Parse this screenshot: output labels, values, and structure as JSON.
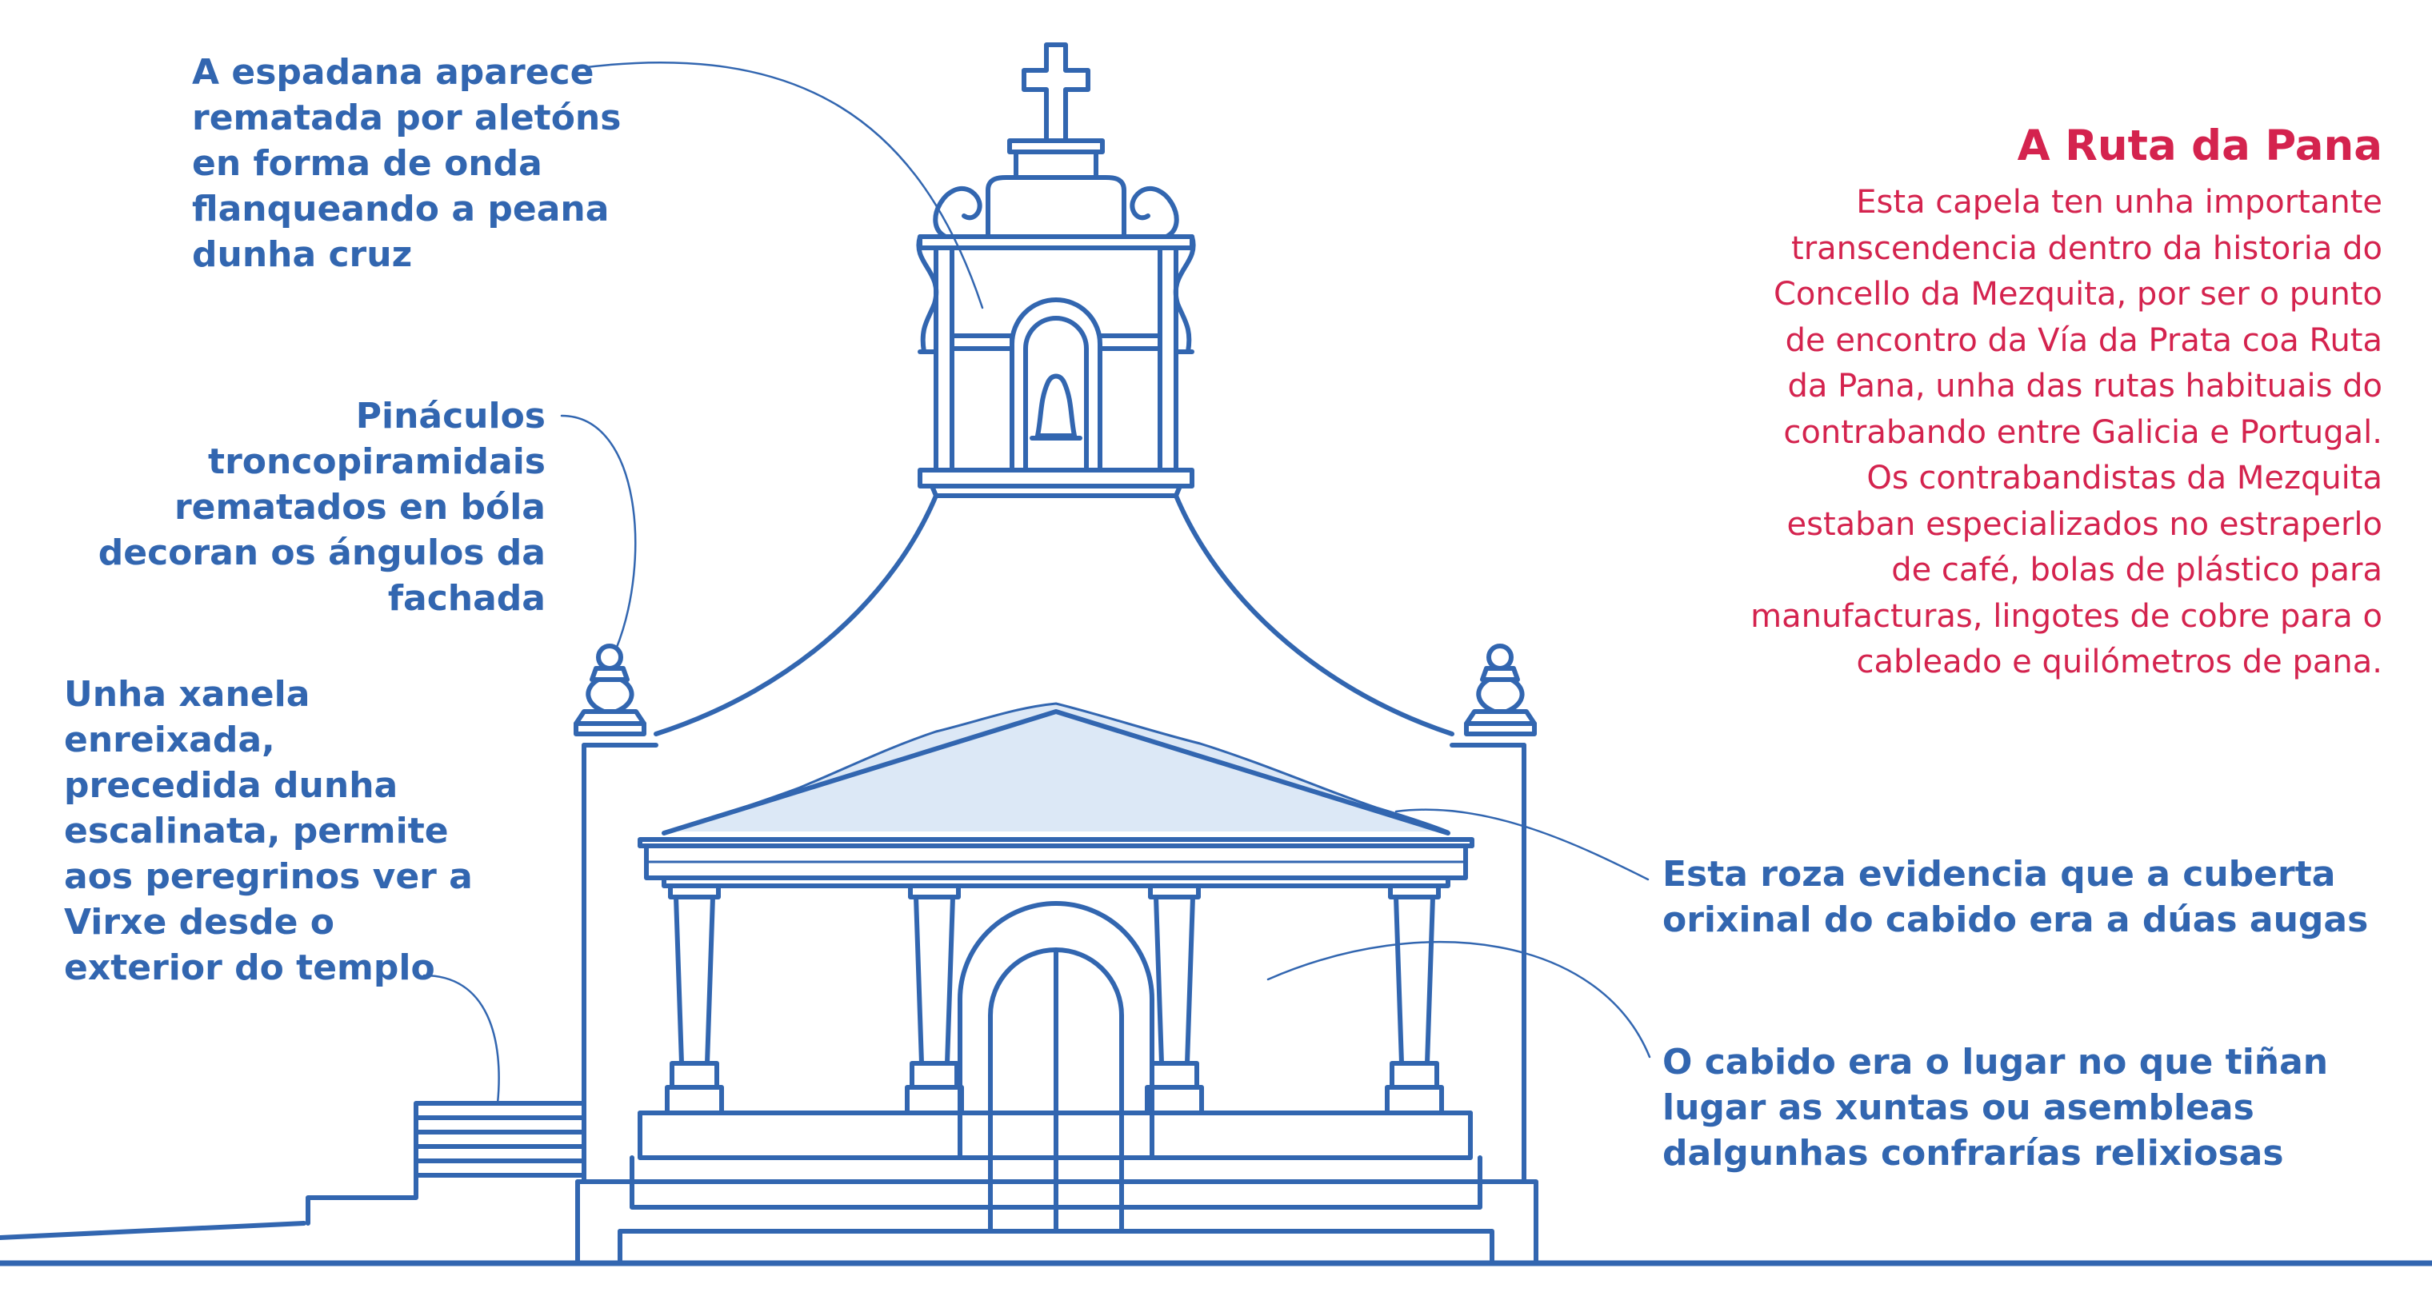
{
  "colors": {
    "line": "#3266b0",
    "label_text": "#3266b0",
    "info_text": "#d4234e",
    "roof_trace_fill": "#dce8f6",
    "background": "#ffffff"
  },
  "labels": {
    "espadana": [
      "A espadana aparece",
      "rematada por aletóns",
      "en forma de onda",
      "flanqueando a peana",
      "dunha cruz"
    ],
    "pinaculos": [
      "Pináculos",
      "troncopiramidais",
      "rematados en bóla",
      "decoran os ángulos da",
      "fachada"
    ],
    "xanela": [
      "Unha xanela",
      "enreixada,",
      "precedida dunha",
      "escalinata, permite",
      "aos peregrinos ver a",
      "Virxe desde o",
      "exterior do templo"
    ],
    "roza": [
      "Esta roza evidencia que a cuberta",
      "orixinal do cabido era a dúas augas"
    ],
    "cabido": [
      "O cabido era o lugar no que tiñan",
      "lugar as xuntas ou asembleas",
      "dalgunhas confrarías relixiosas"
    ]
  },
  "info": {
    "title": "A Ruta da Pana",
    "body": [
      "Esta capela ten unha importante",
      "transcendencia dentro da historia do",
      "Concello da Mezquita, por ser o punto",
      "de encontro da Vía da Prata coa Ruta",
      "da Pana, unha das rutas habituais do",
      "contrabando entre Galicia e Portugal.",
      "Os contrabandistas da Mezquita",
      "estaban especializados no estraperlo",
      "de café, bolas de plástico para",
      "manufacturas, lingotes de cobre para o",
      "cableado e quilómetros de pana."
    ]
  },
  "icons": {
    "cross": "cross-icon",
    "bell": "bell-icon"
  }
}
